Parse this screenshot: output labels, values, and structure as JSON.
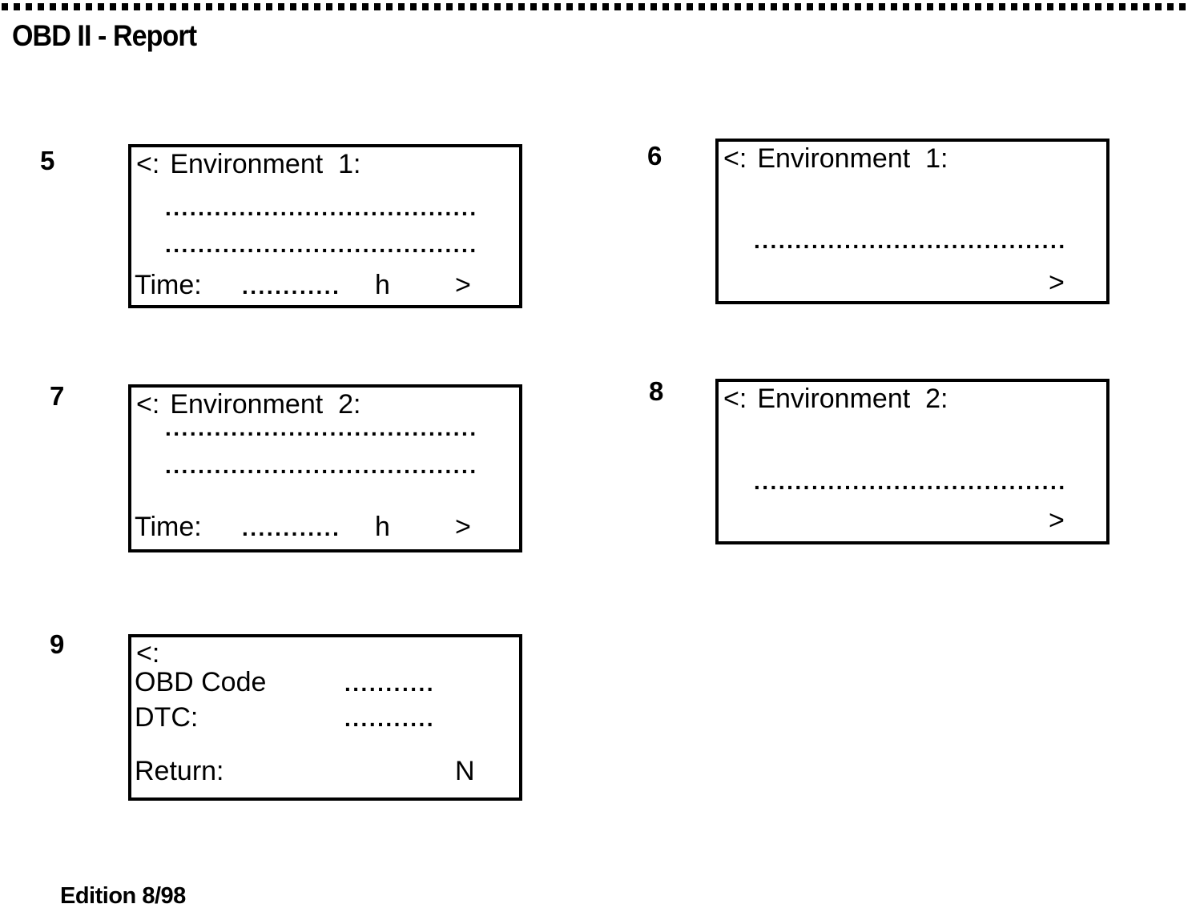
{
  "page": {
    "title": "OBD II - Report",
    "footer": "Edition 8/98"
  },
  "screens": {
    "s5": {
      "label": "5",
      "prompt": "<:",
      "header_text": "Environment  1:",
      "dots_line1": "......................................",
      "dots_line2": "......................................",
      "time_label": "Time:",
      "time_dots": "............",
      "time_unit": "h",
      "arrow": ">"
    },
    "s6": {
      "label": "6",
      "prompt": "<:",
      "header_text": "Environment  1:",
      "dots_line1": "......................................",
      "arrow": ">"
    },
    "s7": {
      "label": "7",
      "prompt": "<:",
      "header_text": "Environment  2:",
      "dots_line1": "......................................",
      "dots_line2": "......................................",
      "time_label": "Time:",
      "time_dots": "............",
      "time_unit": "h",
      "arrow": ">"
    },
    "s8": {
      "label": "8",
      "prompt": "<:",
      "header_text": "Environment  2:",
      "dots_line1": "......................................",
      "arrow": ">"
    },
    "s9": {
      "label": "9",
      "prompt": "<:",
      "obd_label": "OBD Code",
      "obd_dots": "...........",
      "dtc_label": "DTC:",
      "dtc_dots": "...........",
      "return_label": "Return:",
      "return_value": "N"
    }
  }
}
